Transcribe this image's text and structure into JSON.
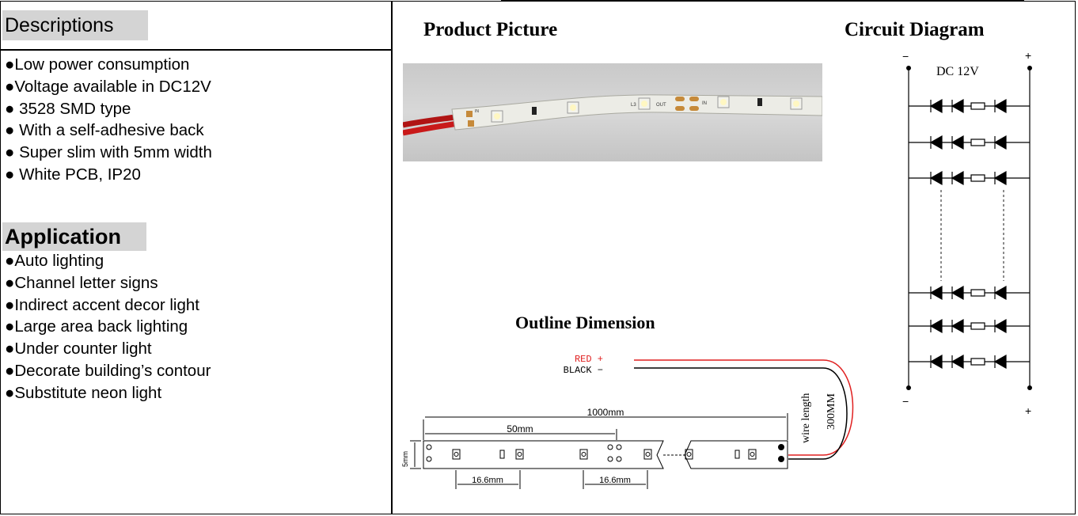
{
  "descriptions": {
    "title": "Descriptions",
    "items": [
      "●Low power consumption",
      "●Voltage available in DC12V",
      "● 3528 SMD type",
      "● With a self-adhesive back",
      "● Super slim with 5mm width",
      "● White PCB, IP20"
    ]
  },
  "application": {
    "title": "Application",
    "items": [
      "●Auto lighting",
      "●Channel letter signs",
      "●Indirect accent decor light",
      "●Large area back lighting",
      "●Under counter light",
      "●Decorate building’s contour",
      "●Substitute neon light"
    ]
  },
  "product_picture": {
    "title": "Product Picture",
    "pcb_labels": [
      "IN",
      "L3",
      "OUT",
      "IN"
    ]
  },
  "circuit": {
    "title": "Circuit Diagram",
    "voltage": "DC 12V",
    "minus": "−",
    "plus": "+"
  },
  "outline": {
    "title": "Outline Dimension",
    "red_label": "RED +",
    "black_label": "BLACK −",
    "dim_total": "1000mm",
    "dim_cut": "50mm",
    "dim_led1": "16.6mm",
    "dim_led2": "16.6mm",
    "dim_width": "5mm",
    "wire_label": "wire length",
    "wire_length": "300MM",
    "colors": {
      "red_wire": "#e02020",
      "black_wire": "#000000"
    }
  }
}
